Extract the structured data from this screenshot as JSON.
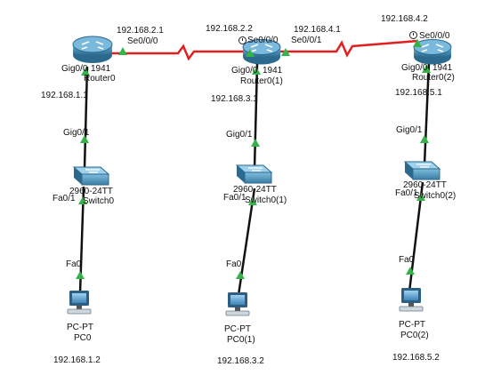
{
  "routers": [
    {
      "name": "Router0",
      "model": "1941",
      "serial_if": "Se0/0/0",
      "serial_ip": "192.168.2.1",
      "gig_if": "Gig0/0",
      "gig_ip": "192.168.1.1"
    },
    {
      "name": "Router0(1)",
      "model": "1941",
      "serial_if_left": "Se0/0/0",
      "serial_ip_left": "192.168.2.2",
      "serial_if_right": "Se0/0/1",
      "serial_ip_right": "192.168.4.1",
      "gig_if": "Gig0/0",
      "gig_ip": "192.168.3.1"
    },
    {
      "name": "Router0(2)",
      "model": "1941",
      "serial_if": "Se0/0/0",
      "serial_ip": "192.168.4.2",
      "gig_if": "Gig0/0",
      "gig_ip": "192.168.5.1"
    }
  ],
  "switches": [
    {
      "name": "Switch0",
      "model": "2960-24TT",
      "up_if": "Gig0/1",
      "down_if": "Fa0/1"
    },
    {
      "name": "Switch0(1)",
      "model": "2960-24TT",
      "up_if": "Gig0/1",
      "down_if": "Fa0/1"
    },
    {
      "name": "Switch0(2)",
      "model": "2960-24TT",
      "up_if": "Gig0/1",
      "down_if": "Fa0/1"
    }
  ],
  "pcs": [
    {
      "type": "PC-PT",
      "name": "PC0",
      "if": "Fa0",
      "ip": "192.168.1.2"
    },
    {
      "type": "PC-PT",
      "name": "PC0(1)",
      "if": "Fa0",
      "ip": "192.168.3.2"
    },
    {
      "type": "PC-PT",
      "name": "PC0(2)",
      "if": "Fa0",
      "ip": "192.168.5.2"
    }
  ],
  "colors": {
    "serial_link": "#e02020",
    "ethernet_link": "#111111",
    "link_up_marker": "#35b34a",
    "device_blue": "#4a8fb5"
  },
  "labels": {
    "r0_name": "Router0",
    "r0_model": "1941",
    "r0_serial_ip": "192.168.2.1",
    "r0_serial_if": "Se0/0/0",
    "r0_gig_if": "Gig0/0",
    "r0_gig_ip": "192.168.1.1",
    "r1_name": "Router0(1)",
    "r1_model": "1941",
    "r1_serial_ip_left": "192.168.2.2",
    "r1_serial_if_left": "Se0/0/0",
    "r1_serial_ip_right": "192.168.4.1",
    "r1_serial_if_right": "Se0/0/1",
    "r1_gig_if": "Gig0/0",
    "r1_gig_ip": "192.168.3.1",
    "r2_name": "Router0(2)",
    "r2_model": "1941",
    "r2_serial_ip": "192.168.4.2",
    "r2_serial_if": "Se0/0/0",
    "r2_gig_if": "Gig0/0",
    "r2_gig_ip": "192.168.5.1",
    "sw0_up_if": "Gig0/1",
    "sw0_model": "2960-24TT",
    "sw0_name": "Switch0",
    "sw0_down_if": "Fa0/1",
    "sw1_up_if": "Gig0/1",
    "sw1_model": "2960-24TT",
    "sw1_name": "Switch0(1)",
    "sw1_down_if": "Fa0/1",
    "sw2_up_if": "Gig0/1",
    "sw2_model": "2960-24TT",
    "sw2_name": "Switch0(2)",
    "sw2_down_if": "Fa0/1",
    "pc0_if": "Fa0",
    "pc0_type": "PC-PT",
    "pc0_name": "PC0",
    "pc0_ip": "192.168.1.2",
    "pc1_if": "Fa0",
    "pc1_type": "PC-PT",
    "pc1_name": "PC0(1)",
    "pc1_ip": "192.168.3.2",
    "pc2_if": "Fa0",
    "pc2_type": "PC-PT",
    "pc2_name": "PC0(2)",
    "pc2_ip": "192.168.5.2"
  }
}
